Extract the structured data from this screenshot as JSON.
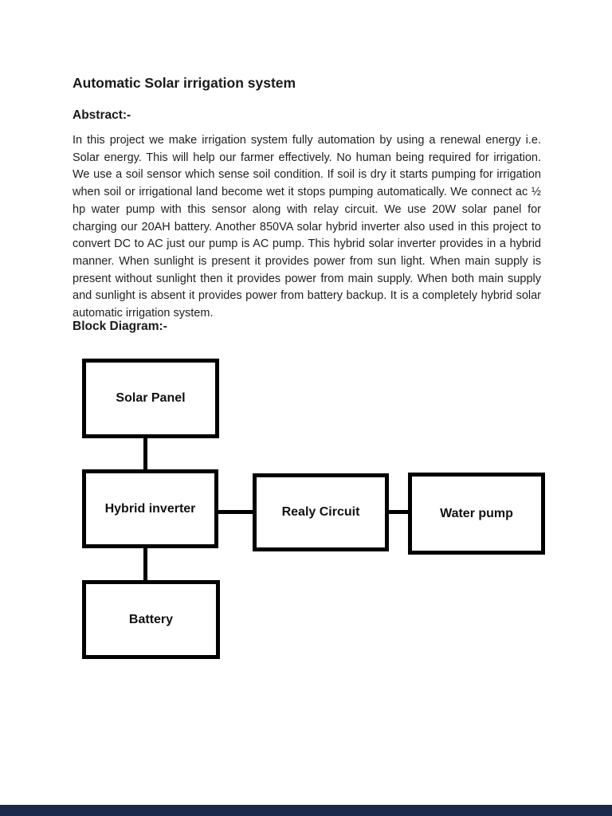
{
  "document": {
    "title": "Automatic Solar irrigation system",
    "abstract_heading": "Abstract:-",
    "abstract_text": "In this project we make irrigation system fully automation by using a renewal energy i.e. Solar energy. This will help our farmer effectively. No human being required for irrigation. We use a soil sensor which sense soil condition. If soil is dry it starts pumping for irrigation when soil or irrigational land become wet it stops pumping automatically. We connect ac ½ hp water pump with this sensor along with relay circuit. We use 20W solar panel for charging our 20AH battery. Another 850VA solar hybrid inverter also used in this project to convert DC to AC just our pump is AC pump. This hybrid solar inverter provides in a hybrid manner. When sunlight is present it provides power from sun light. When main supply is present without sunlight then it provides power from main supply. When both main supply and sunlight is absent it provides power from battery backup. It is a completely hybrid solar automatic irrigation system.",
    "diagram_heading": "Block Diagram:-"
  },
  "diagram": {
    "blocks": [
      {
        "id": "solar-panel",
        "label": "Solar Panel"
      },
      {
        "id": "hybrid-inverter",
        "label": "Hybrid inverter"
      },
      {
        "id": "realy-circuit",
        "label": "Realy Circuit"
      },
      {
        "id": "water-pump",
        "label": "Water pump"
      },
      {
        "id": "battery",
        "label": "Battery"
      }
    ],
    "connections": [
      {
        "from": "solar-panel",
        "to": "hybrid-inverter",
        "orientation": "vertical"
      },
      {
        "from": "hybrid-inverter",
        "to": "realy-circuit",
        "orientation": "horizontal"
      },
      {
        "from": "realy-circuit",
        "to": "water-pump",
        "orientation": "horizontal"
      },
      {
        "from": "hybrid-inverter",
        "to": "battery",
        "orientation": "vertical"
      }
    ]
  },
  "colors": {
    "page_background": "#ffffff",
    "text": "#1f1f1f",
    "block_border": "#000000",
    "viewer_bottom_bar": "#1b2a4a"
  }
}
